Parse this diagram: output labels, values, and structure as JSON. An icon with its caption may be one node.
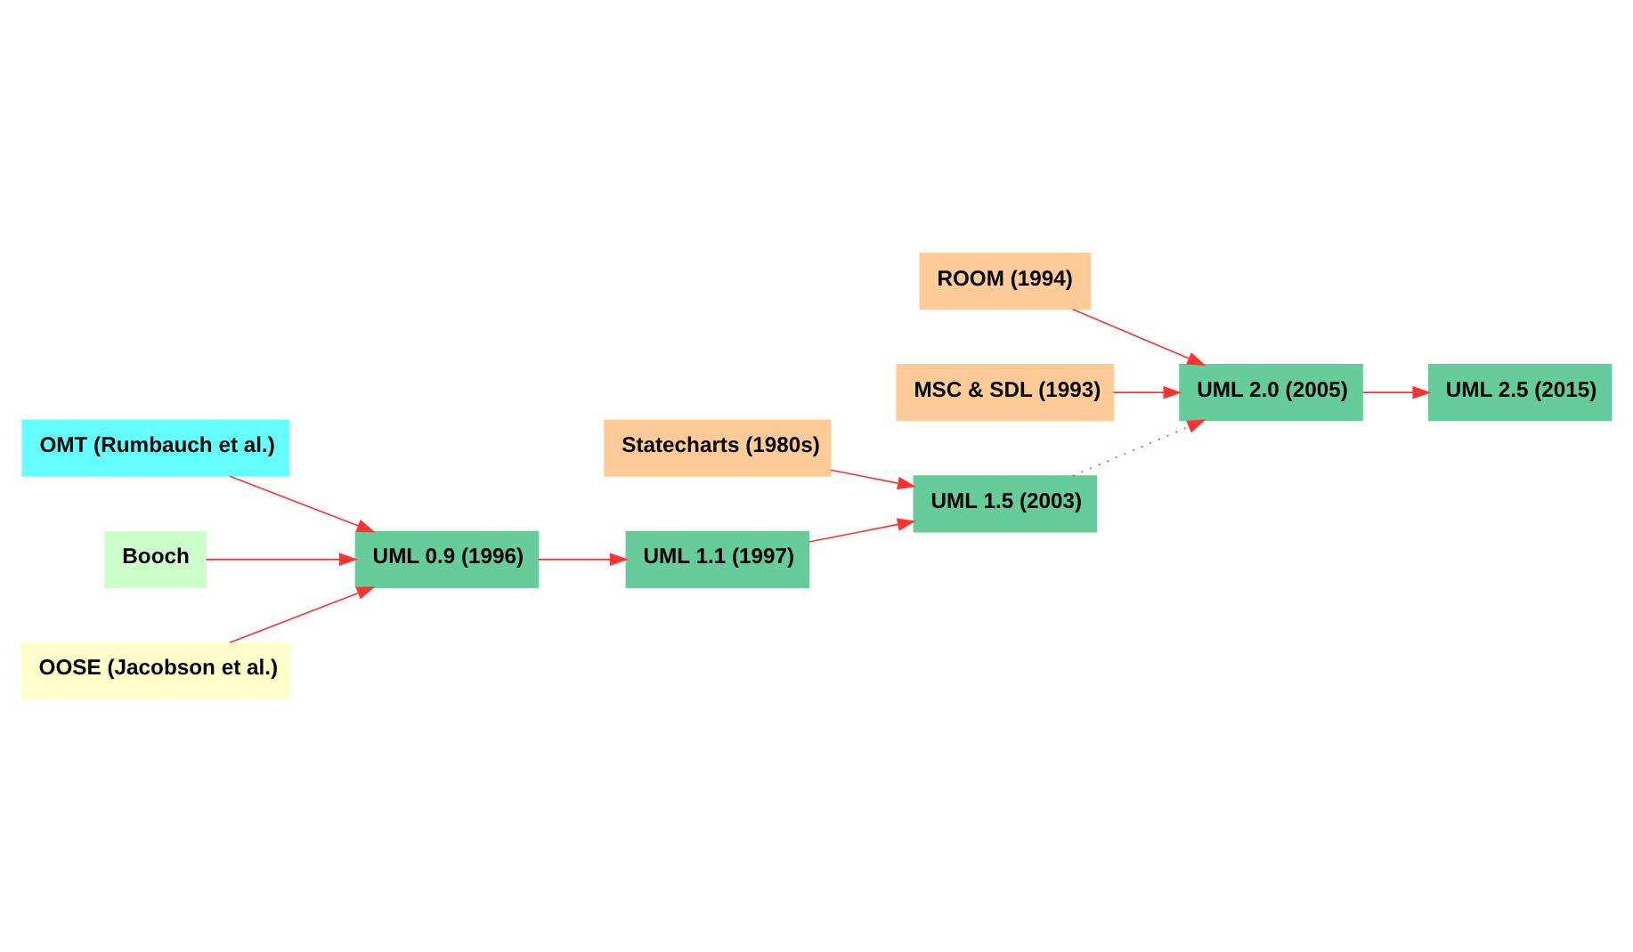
{
  "diagram": {
    "nodes": [
      {
        "text": [
          "ROOM (1994)"
        ]
      },
      {
        "text": [
          "MSC & SDL (1993)"
        ]
      },
      {
        "text": [
          "UML 2.0 (2005)"
        ]
      },
      {
        "text": [
          "UML 2.5 (2015)"
        ]
      },
      {
        "text": [
          "Statecharts (1980s)"
        ]
      },
      {
        "text": [
          "OMT (Rumbauch et al.)"
        ]
      },
      {
        "text": [
          "Booch"
        ]
      },
      {
        "text": [
          "OOSE (Jacobson et al.)"
        ]
      },
      {
        "text": [
          "UML 0.9 (1996)"
        ]
      },
      {
        "text": [
          "UML 1.1 (1997)"
        ]
      },
      {
        "text": [
          "UML 1.5 (2003)"
        ]
      }
    ],
    "edges": [
      {
        "from": 0,
        "to": 2,
        "arrow": "to"
      },
      {
        "from": 1,
        "to": 2,
        "arrow": "to"
      },
      {
        "from": 2,
        "to": 3,
        "arrow": "to"
      },
      {
        "from": 4,
        "to": 10,
        "arrow": "to"
      },
      {
        "from": 5,
        "to": 8,
        "arrow": "to"
      },
      {
        "from": 6,
        "to": 8,
        "arrow": "to"
      },
      {
        "from": 7,
        "to": 8,
        "arrow": "to"
      },
      {
        "from": 8,
        "to": 9,
        "arrow": "to"
      },
      {
        "from": 9,
        "to": 10,
        "arrow": "to"
      },
      {
        "from": 10,
        "to": 2,
        "arrow": "to",
        "style": "dashed"
      }
    ]
  }
}
